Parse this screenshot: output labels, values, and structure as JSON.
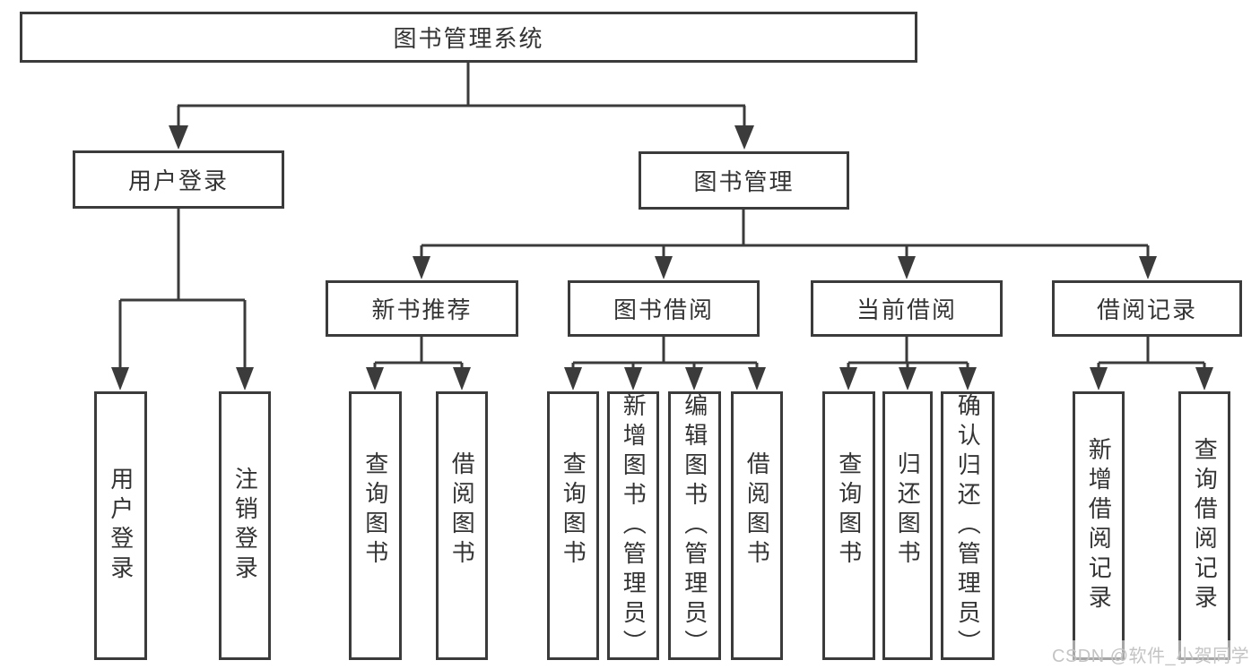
{
  "tree": {
    "root": "图书管理系统",
    "children": [
      {
        "label": "用户登录",
        "children": [
          "用户登录",
          "注销登录"
        ]
      },
      {
        "label": "图书管理",
        "children": [
          {
            "label": "新书推荐",
            "children": [
              "查询图书",
              "借阅图书"
            ]
          },
          {
            "label": "图书借阅",
            "children": [
              "查询图书",
              "新增图书（管理员）",
              "编辑图书（管理员）",
              "借阅图书"
            ]
          },
          {
            "label": "当前借阅",
            "children": [
              "查询图书",
              "归还图书",
              "确认归还（管理员）"
            ]
          },
          {
            "label": "借阅记录",
            "children": [
              "新增借阅记录",
              "查询借阅记录"
            ]
          }
        ]
      }
    ]
  },
  "watermark": {
    "text": "CSDN @软件_小贺同学"
  },
  "colors": {
    "line": "#3b3b3b",
    "text": "#333333",
    "watermark": "#c4c4c4",
    "background": "#ffffff"
  }
}
